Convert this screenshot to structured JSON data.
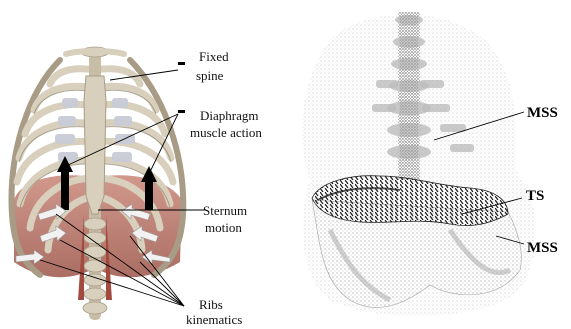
{
  "left_panel": {
    "labels": {
      "fixed_spine_line1": "Fixed",
      "fixed_spine_line2": "spine",
      "diaphragm_line1": "Diaphragm",
      "diaphragm_line2": "muscle action",
      "sternum_line1": "Sternum",
      "sternum_line2": "motion",
      "ribs_line1": "Ribs",
      "ribs_line2": "kinematics"
    }
  },
  "right_panel": {
    "labels": {
      "mss_upper": "MSS",
      "ts": "TS",
      "mss_lower": "MSS"
    }
  },
  "colors": {
    "bone": "#d8cfbc",
    "bone_dark": "#a89c86",
    "muscle": "#b86a5c",
    "cartilage": "#c9ccd6",
    "arrow_dark": "#000000",
    "arrow_light": "#f2f2f2",
    "point_cloud": "#8a8a8a",
    "surface_dark": "#2a2a2a"
  }
}
